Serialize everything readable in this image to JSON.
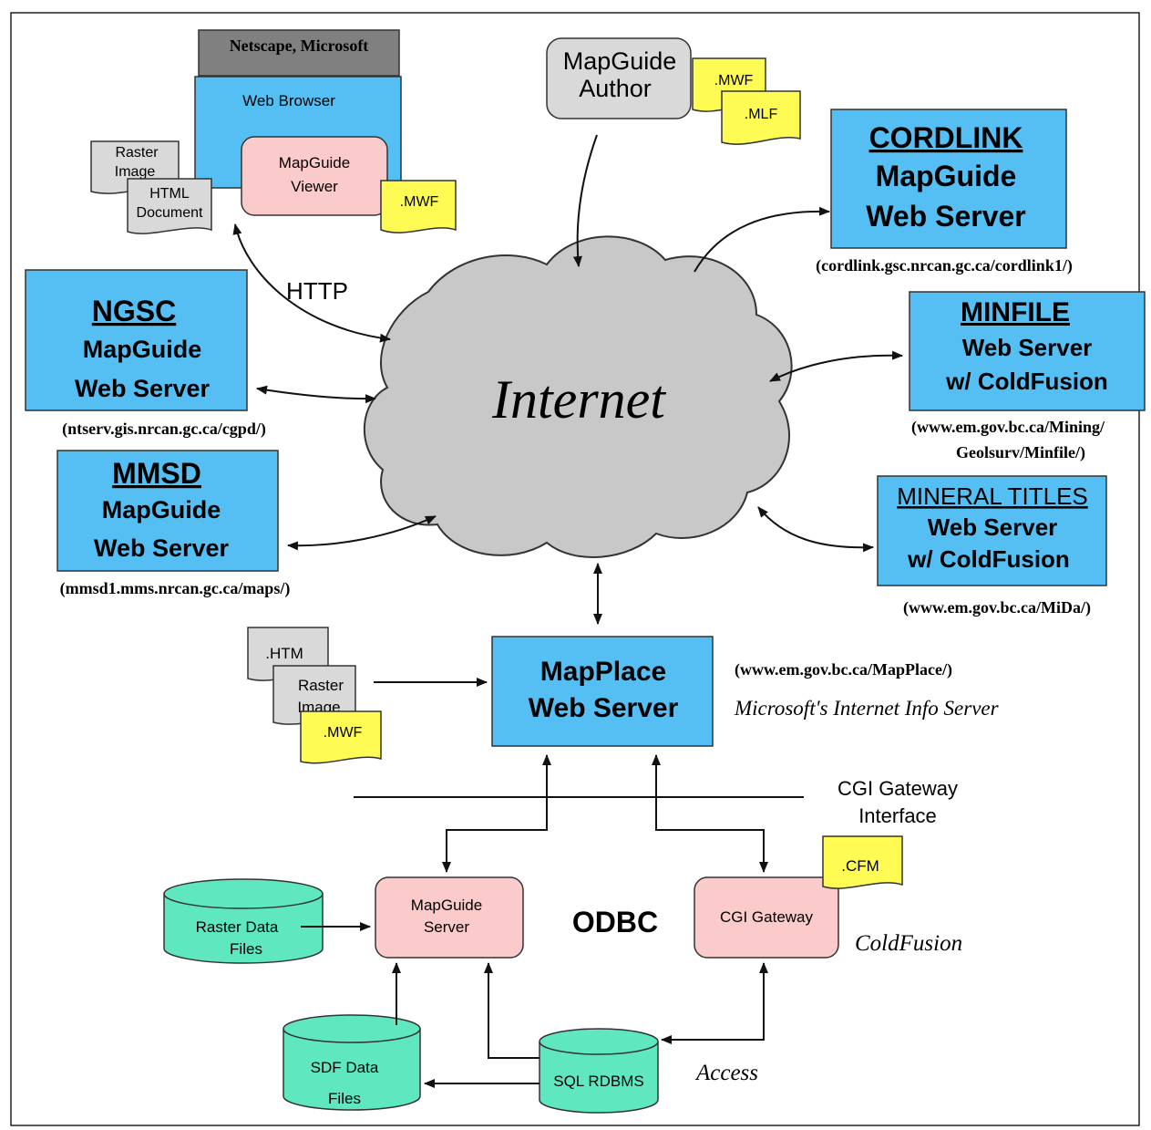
{
  "browser": {
    "vendor": "Netscape, Microsoft",
    "title": "Web Browser",
    "viewer": [
      "MapGuide",
      "Viewer"
    ],
    "mwf": ".MWF",
    "raster": [
      "Raster",
      "Image"
    ],
    "html": [
      "HTML",
      "Document"
    ],
    "http": "HTTP"
  },
  "author": {
    "title": [
      "MapGuide",
      "Author"
    ],
    "mwf": ".MWF",
    "mlf": ".MLF"
  },
  "cordlink": {
    "title": "CORDLINK",
    "lines": [
      "MapGuide",
      "Web Server"
    ],
    "url": "(cordlink.gsc.nrcan.gc.ca/cordlink1/)"
  },
  "ngsc": {
    "title": "NGSC",
    "lines": [
      "MapGuide",
      "Web Server"
    ],
    "url": "(ntserv.gis.nrcan.gc.ca/cgpd/)"
  },
  "minfile": {
    "title": "MINFILE",
    "lines": [
      "Web Server",
      "w/ ColdFusion"
    ],
    "url": [
      "(www.em.gov.bc.ca/Mining/",
      "Geolsurv/Minfile/)"
    ]
  },
  "mmsd": {
    "title": "MMSD",
    "lines": [
      "MapGuide",
      "Web Server"
    ],
    "url": "(mmsd1.mms.nrcan.gc.ca/maps/)"
  },
  "mineral": {
    "title": "MINERAL TITLES",
    "lines": [
      "Web Server",
      "w/ ColdFusion"
    ],
    "url": "(www.em.gov.bc.ca/MiDa/)"
  },
  "cloud": {
    "label": "Internet"
  },
  "mapplace": {
    "lines": [
      "MapPlace",
      "Web Server"
    ],
    "url": "(www.em.gov.bc.ca/MapPlace/)",
    "server_note": "Microsoft's Internet Info Server",
    "htm": ".HTM",
    "raster": [
      "Raster",
      "Image"
    ],
    "mwf": ".MWF"
  },
  "cgi": {
    "lines": [
      "CGI Gateway",
      "Interface"
    ]
  },
  "mgserver": {
    "lines": [
      "MapGuide",
      "Server"
    ]
  },
  "odbc": "ODBC",
  "cgigw": {
    "label": "CGI Gateway",
    "cfm": ".CFM",
    "note": "ColdFusion"
  },
  "rasterdata": {
    "lines": [
      "Raster Data",
      "Files"
    ]
  },
  "sdfdata": {
    "lines": [
      "SDF Data",
      "Files"
    ]
  },
  "sql": {
    "label": "SQL RDBMS"
  },
  "access": "Access"
}
